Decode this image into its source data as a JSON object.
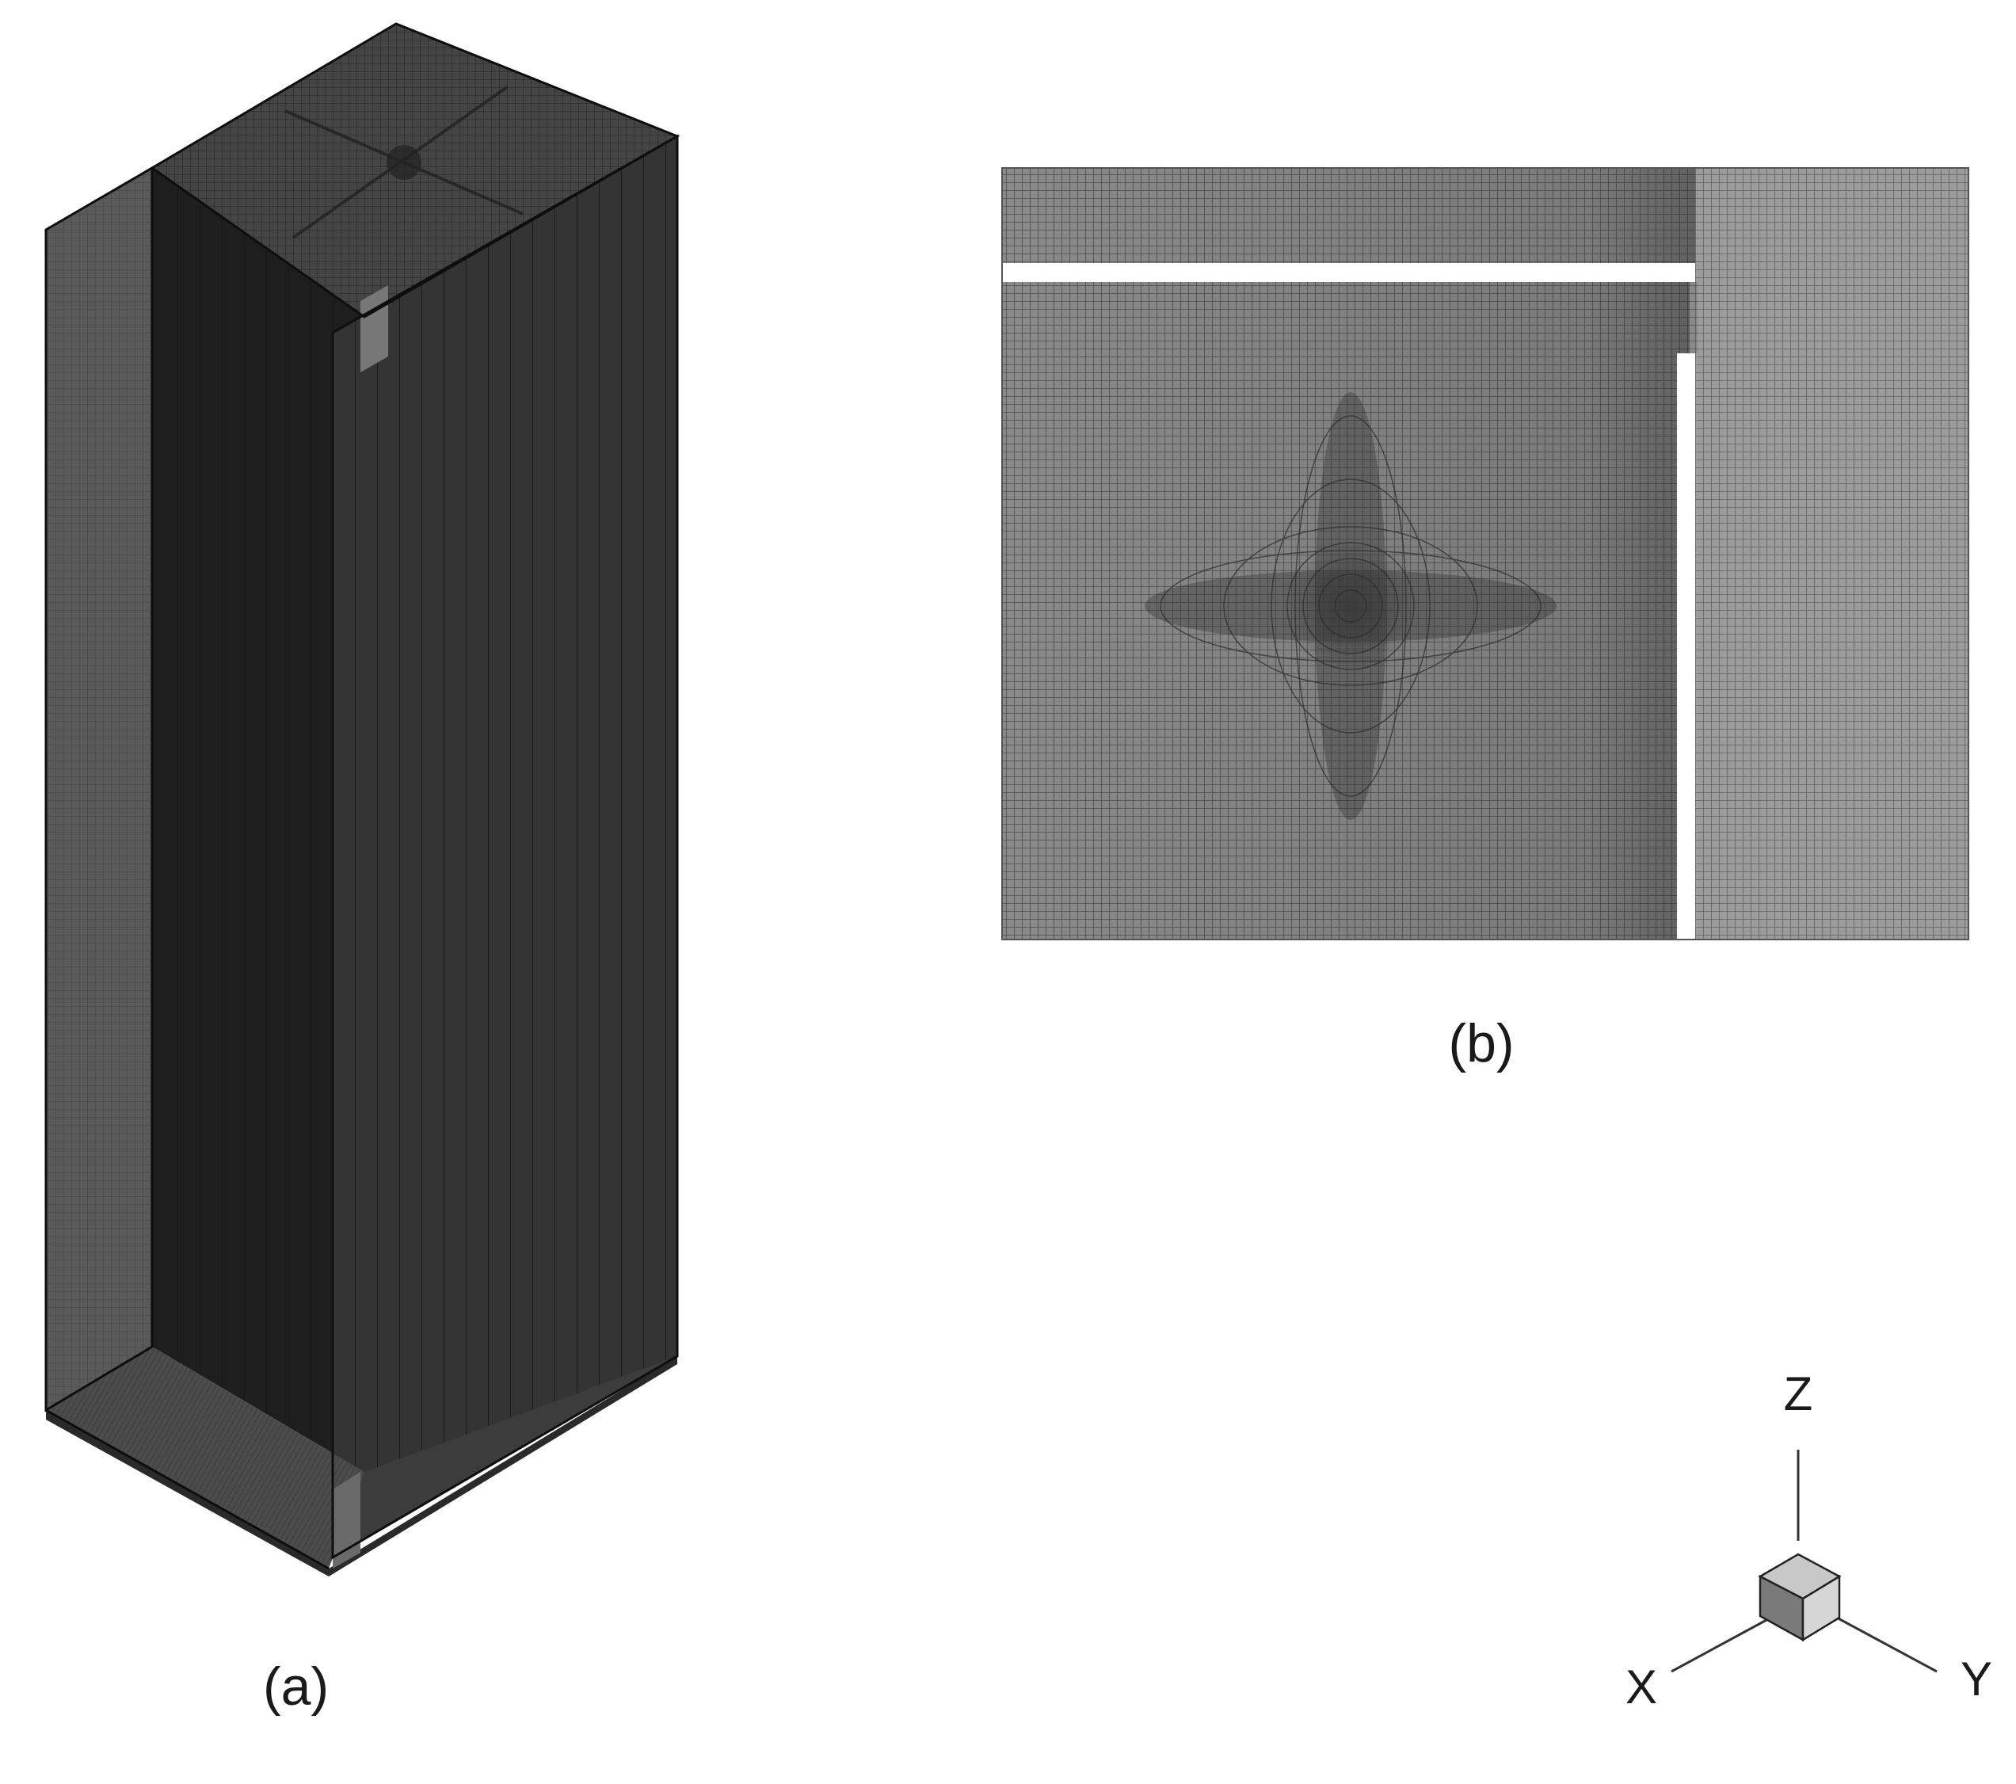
{
  "figure": {
    "panel_a": {
      "label": "(a)"
    },
    "panel_b": {
      "label": "(b)"
    },
    "triad": {
      "z_label": "Z",
      "x_label": "X",
      "y_label": "Y"
    }
  },
  "colors": {
    "background": "#ffffff",
    "mesh_dark": "#262626",
    "mesh_mid": "#3a3a3a",
    "mesh_face_light": "#545454",
    "mesh_top": "#444444",
    "mesh_lines": "#111111",
    "section_fill": "#7d7d7d",
    "section_right_fill": "#9a9a9a",
    "gap_white": "#ffffff"
  }
}
